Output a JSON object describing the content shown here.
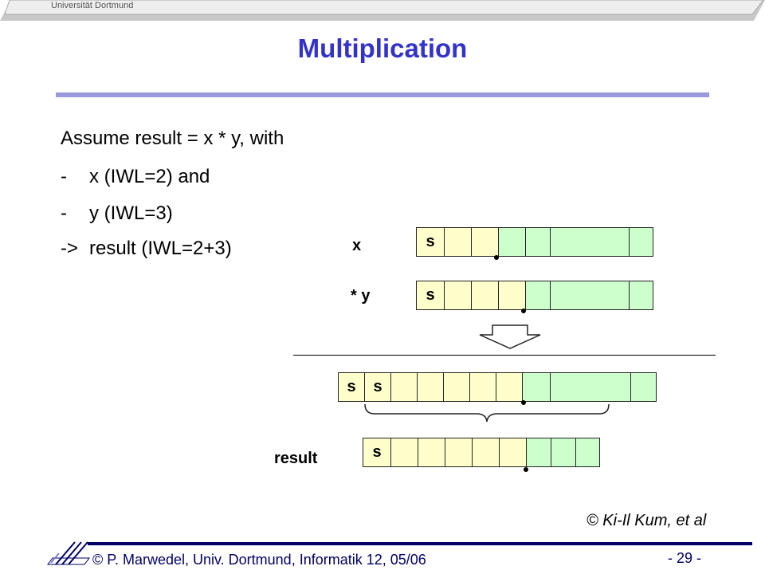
{
  "header": {
    "university": "Universität Dortmund"
  },
  "title": "Multiplication",
  "intro": "Assume result = x * y, with",
  "bullets": [
    {
      "marker": "-",
      "text": "x (IWL=2) and"
    },
    {
      "marker": "-",
      "text": "y (IWL=3)"
    },
    {
      "marker": "->",
      "text": "result (IWL=2+3)"
    }
  ],
  "diagram": {
    "label_x": "x",
    "label_y": "* y",
    "label_result": "result",
    "sign": "s"
  },
  "copyright": "© Ki-Il Kum, et al",
  "footer": {
    "author": "© P. Marwedel, Univ. Dortmund, Informatik 12, 05/06",
    "page": "- 29 -"
  },
  "colors": {
    "title": "#3333cc",
    "integer_cell": "#ffffcc",
    "fraction_cell": "#ccffcc",
    "footer": "#000066"
  }
}
